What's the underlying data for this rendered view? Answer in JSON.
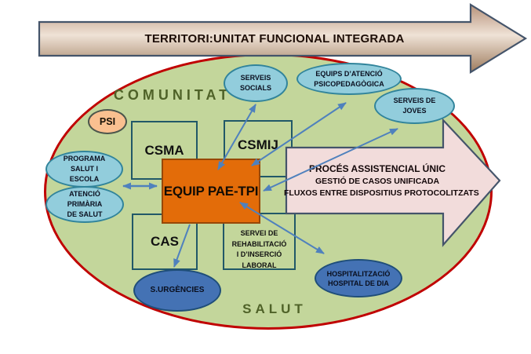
{
  "territory_arrow": {
    "label": "TERRITORI:UNITAT FUNCIONAL INTEGRADA"
  },
  "zones": {
    "comunitat": "COMUNITAT",
    "salut": "SALUT"
  },
  "psi": {
    "label": "PSI"
  },
  "boxes": {
    "csma": "CSMA",
    "csmij": "CSMIJ",
    "cas": "CAS",
    "servei_rehab": {
      "lines": [
        "SERVEI DE",
        "REHABILITACIÓ",
        "I D’INSERCIÓ",
        "LABORAL"
      ]
    },
    "equip": "EQUIP PAE-TPI"
  },
  "ellipses": {
    "serveis_socials": {
      "lines": [
        "SERVEIS",
        "SOCIALS"
      ]
    },
    "equips_atencio": {
      "lines": [
        "EQUIPS D’ATENCIÓ",
        "PSICOPEDAGÒGICA"
      ]
    },
    "serveis_joves": {
      "lines": [
        "SERVEIS DE",
        "JOVES"
      ]
    },
    "programa_salut": {
      "lines": [
        "PROGRAMA",
        "SALUT I",
        "ESCOLA"
      ]
    },
    "atencio_primaria": {
      "lines": [
        "ATENCIÓ",
        "PRIMÀRIA",
        "DE SALUT"
      ]
    },
    "urgencies": {
      "lines": [
        "S.URGÈNCIES"
      ]
    },
    "hospitalitzacio": {
      "lines": [
        "HOSPITALITZACIÓ",
        "HOSPITAL DE DIA"
      ]
    }
  },
  "proces_arrow": {
    "lines": [
      "PROCÉS ASSISTENCIAL ÚNIC",
      "GESTIÓ DE CASOS UNIFICADA",
      "FLUXOS ENTRE DISPOSITIUS PROTOCOLITZATS"
    ]
  },
  "colors": {
    "zone_fill": "#C3D69B",
    "zone_border": "#C00000",
    "zone_label_text": "#4F6228",
    "territory_arrow_border": "#44546A",
    "proces_arrow_fill": "#F2DCDB",
    "proces_arrow_border": "#44546A",
    "equip_box_fill": "#E36C09",
    "light_ellipse_fill": "#92CDDC",
    "light_ellipse_border": "#31849B",
    "dark_ellipse_fill": "#4472B4",
    "dark_ellipse_border": "#1F4E79",
    "psi_fill": "#FAC090",
    "service_box_border": "#215868",
    "connector": "#4F81BD"
  }
}
